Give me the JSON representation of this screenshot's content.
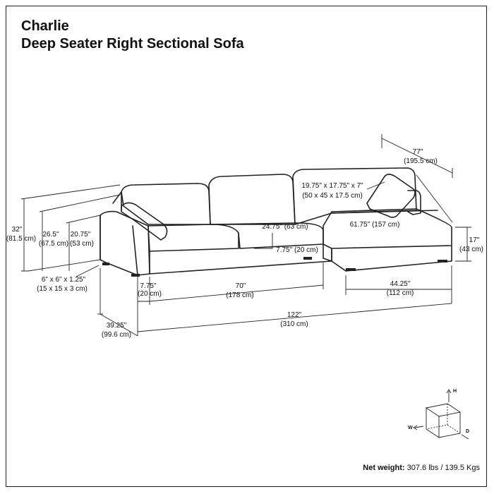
{
  "title": {
    "line1": "Charlie",
    "line2": "Deep Seater Right Sectional Sofa"
  },
  "dimensions": {
    "chaise_depth_in": "77\"",
    "chaise_depth_cm": "(195.5 cm)",
    "pillow_in": "19.75\" x 17.75\" x 7\"",
    "pillow_cm": "(50 x 45 x 17.5 cm)",
    "height_in": "32\"",
    "height_cm": "(81.5 cm)",
    "back_in": "26.5\"",
    "back_cm": "(67.5 cm)",
    "arm_in": "20.75\"",
    "arm_cm": "(53 cm)",
    "seat_depth_label": "24.75\" (63 cm)",
    "chaise_width_label": "61.75\" (157 cm)",
    "seat_height_in": "17\"",
    "seat_height_cm": "(43 cm)",
    "cushion_label": "7.75\" (20 cm)",
    "leg_in": "6\" x 6\" x 1.25\"",
    "leg_cm": "(15 x 15 x 3 cm)",
    "arm_width_in": "7.75\"",
    "arm_width_cm": "(20 cm)",
    "seat_width_in": "70\"",
    "seat_width_cm": "(178 cm)",
    "chaise_seat_in": "44.25\"",
    "chaise_seat_cm": "(112 cm)",
    "total_width_in": "122\"",
    "total_width_cm": "(310 cm)",
    "depth_in": "39.25\"",
    "depth_cm": "(99.6 cm)"
  },
  "axes": {
    "h": "H",
    "w": "W",
    "d": "D"
  },
  "weight": {
    "label": "Net weight:",
    "value": " 307.6 lbs / 139.5 Kgs"
  }
}
